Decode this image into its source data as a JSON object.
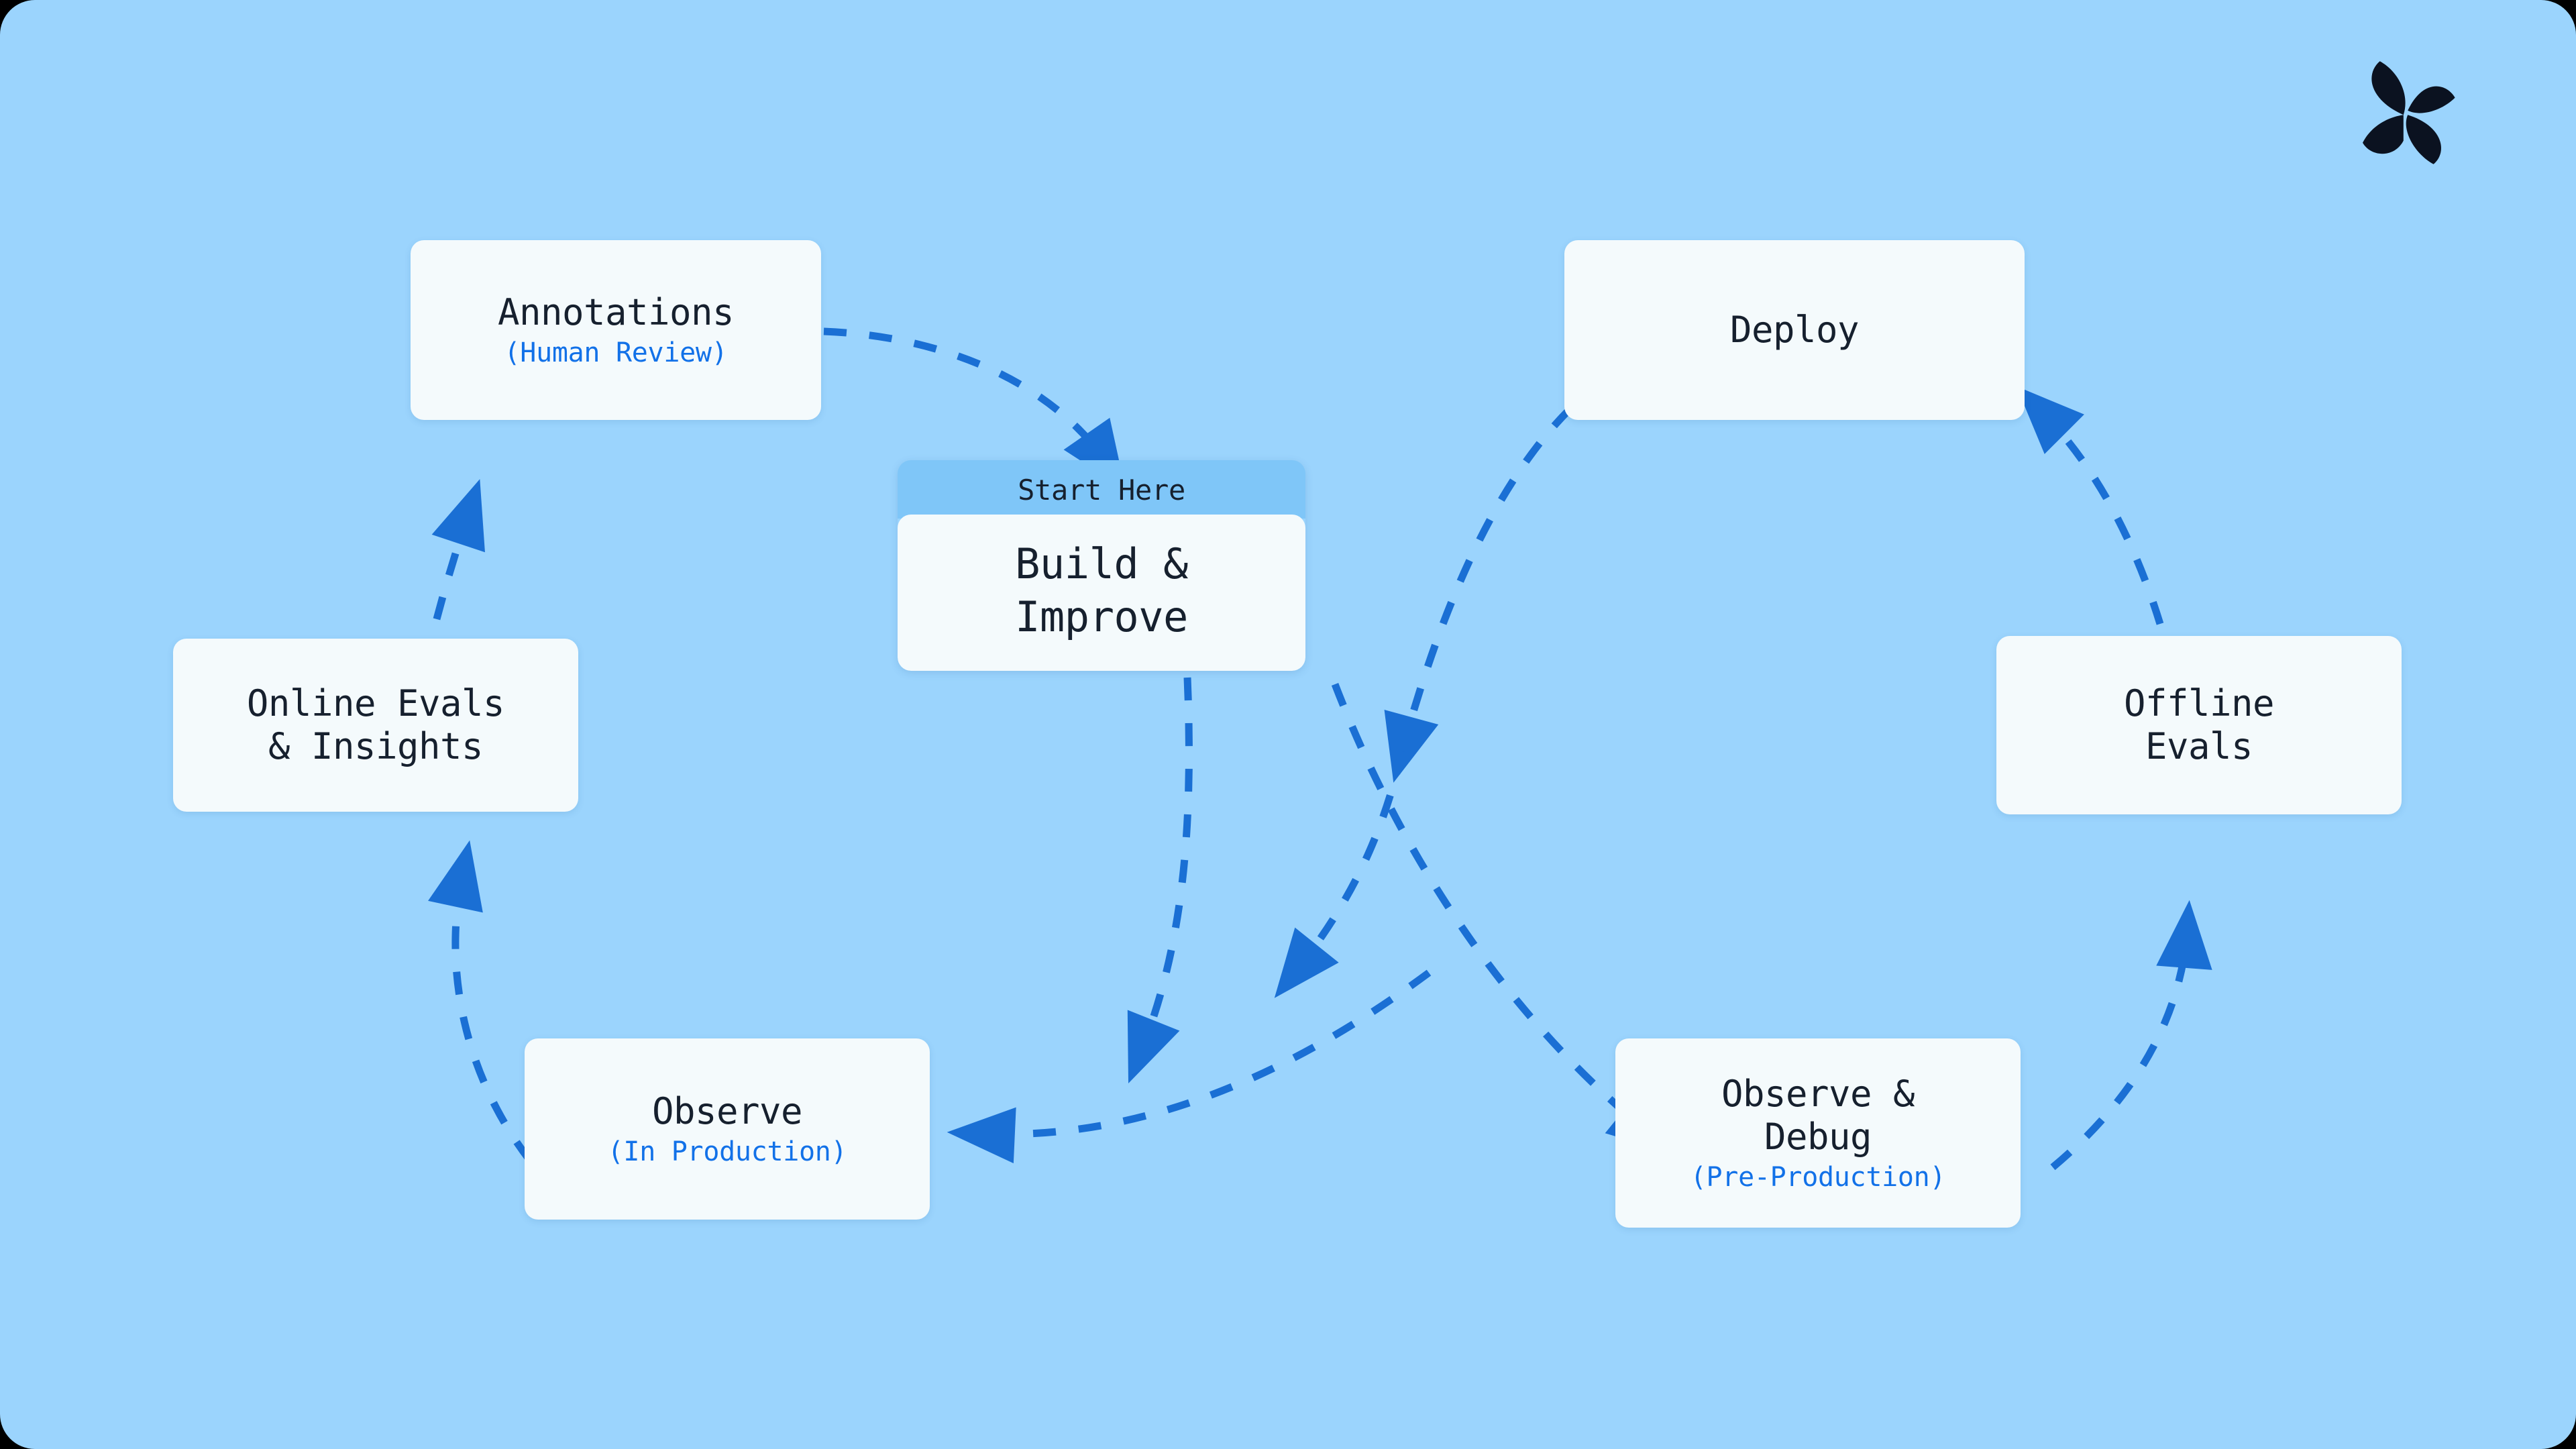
{
  "theme": {
    "canvas_bg": "#9BD4FD",
    "card_bg": "#F4FAFC",
    "title_color": "#16202E",
    "subtitle_color": "#1271E8",
    "arrow_color": "#1A6FD4",
    "start_tab_bg": "#7FC6F8",
    "logo_color": "#0B1220"
  },
  "logo": {
    "name": "butterfly-petal-logo"
  },
  "center": {
    "badge": "Start Here",
    "title": "Build &\nImprove"
  },
  "nodes": [
    {
      "id": "annotations",
      "title": "Annotations",
      "subtitle": "(Human Review)"
    },
    {
      "id": "online-evals",
      "title": "Online Evals\n& Insights",
      "subtitle": ""
    },
    {
      "id": "observe-prod",
      "title": "Observe",
      "subtitle": "(In Production)"
    },
    {
      "id": "deploy",
      "title": "Deploy",
      "subtitle": ""
    },
    {
      "id": "offline-evals",
      "title": "Offline\nEvals",
      "subtitle": ""
    },
    {
      "id": "observe-debug",
      "title": "Observe &\nDebug",
      "subtitle": "(Pre-Production)"
    }
  ],
  "edges": [
    {
      "from": "annotations",
      "to": "build-improve",
      "style": "dashed"
    },
    {
      "from": "build-improve",
      "to": "observe-debug",
      "style": "dashed"
    },
    {
      "from": "observe-debug",
      "to": "offline-evals",
      "style": "dashed"
    },
    {
      "from": "offline-evals",
      "to": "deploy",
      "style": "dashed"
    },
    {
      "from": "deploy",
      "to": "build-improve",
      "style": "dashed"
    },
    {
      "from": "build-improve",
      "to": "observe-prod",
      "style": "dashed"
    },
    {
      "from": "observe-prod",
      "to": "online-evals",
      "style": "dashed"
    },
    {
      "from": "online-evals",
      "to": "annotations",
      "style": "dashed"
    }
  ]
}
